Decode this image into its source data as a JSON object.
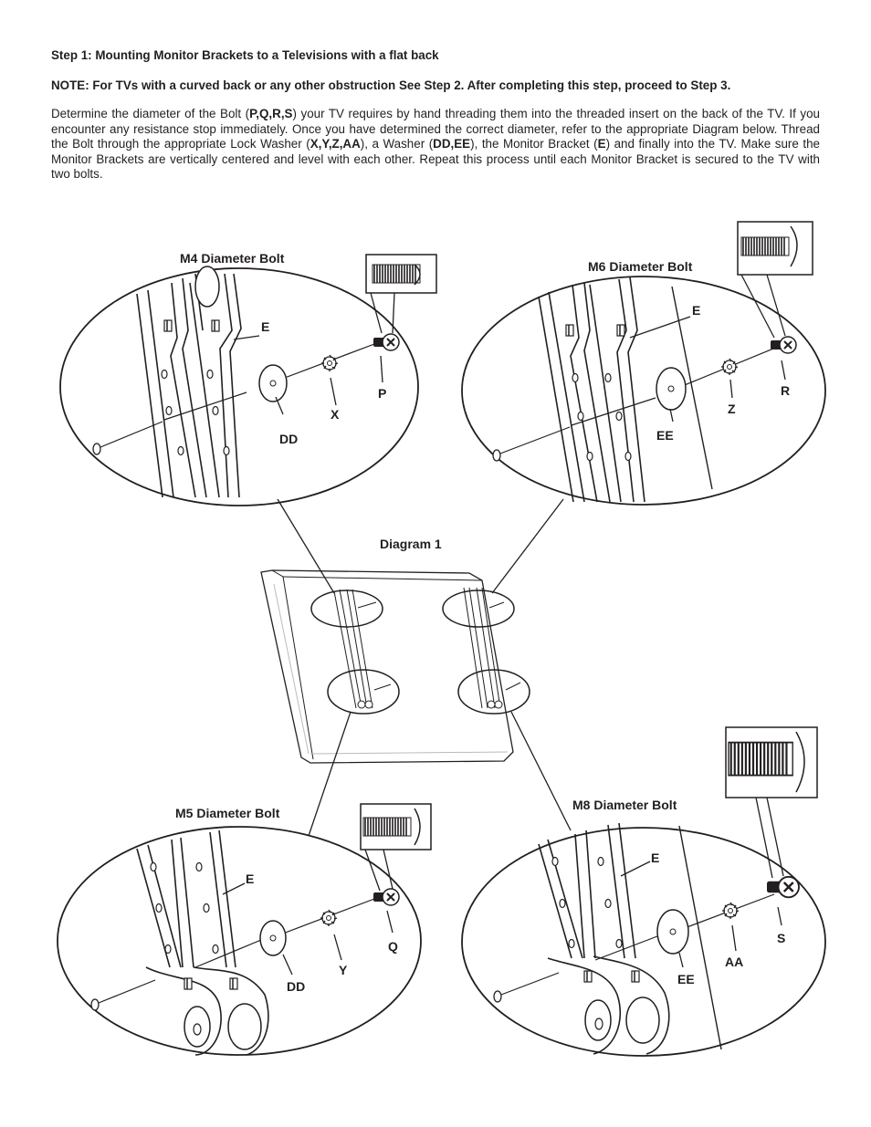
{
  "step_title": "Step 1: Mounting Monitor Brackets to a Televisions with a flat back",
  "note": "NOTE: For TVs with a curved back or any other obstruction See Step 2. After completing this step, proceed to Step 3.",
  "body": {
    "p1": "Determine the diameter of the Bolt (",
    "bolts": "P,Q,R,S",
    "p2": ") your TV requires by hand threading them into the threaded insert on the back of the TV. If you encounter any resistance stop immediately. Once you have determined the correct diameter, refer to the appropriate Diagram below. Thread the Bolt through the appropriate Lock Washer (",
    "lockwashers": "X,Y,Z,AA",
    "p3": "), a Washer (",
    "washers": "DD,EE",
    "p4": "), the Monitor Bracket (",
    "bracket": "E",
    "p5": ") and finally into the TV. Make sure the Monitor Brackets are vertically centered and level with each other. Repeat this process until each Monitor Bracket is secured to the TV with two bolts."
  },
  "diagram_title": "Diagram 1",
  "details": {
    "m4": {
      "title": "M4 Diameter Bolt",
      "bracket": "E",
      "washer": "DD",
      "lockwasher": "X",
      "bolt": "P"
    },
    "m6": {
      "title": "M6 Diameter Bolt",
      "bracket": "E",
      "washer": "EE",
      "lockwasher": "Z",
      "bolt": "R"
    },
    "m5": {
      "title": "M5 Diameter Bolt",
      "bracket": "E",
      "washer": "DD",
      "lockwasher": "Y",
      "bolt": "Q"
    },
    "m8": {
      "title": "M8 Diameter Bolt",
      "bracket": "E",
      "washer": "EE",
      "lockwasher": "AA",
      "bolt": "S"
    }
  }
}
